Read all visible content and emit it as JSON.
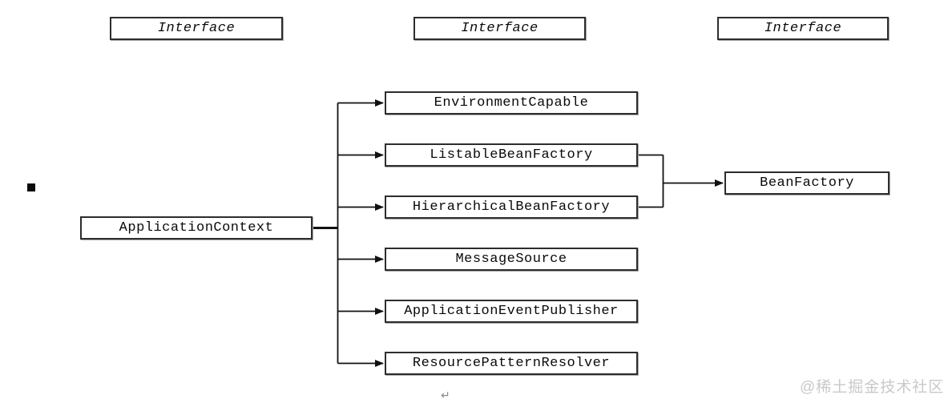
{
  "diagram": {
    "kind": "interface-hierarchy",
    "stereotypes": [
      {
        "label": "Interface"
      },
      {
        "label": "Interface"
      },
      {
        "label": "Interface"
      }
    ],
    "nodes": {
      "root": {
        "label": "ApplicationContext"
      },
      "extended": [
        {
          "label": "EnvironmentCapable"
        },
        {
          "label": "ListableBeanFactory"
        },
        {
          "label": "HierarchicalBeanFactory"
        },
        {
          "label": "MessageSource"
        },
        {
          "label": "ApplicationEventPublisher"
        },
        {
          "label": "ResourcePatternResolver"
        }
      ],
      "super": {
        "label": "BeanFactory"
      }
    },
    "edges": [
      {
        "from": "ApplicationContext",
        "to": "EnvironmentCapable",
        "type": "arrow"
      },
      {
        "from": "ApplicationContext",
        "to": "ListableBeanFactory",
        "type": "arrow"
      },
      {
        "from": "ApplicationContext",
        "to": "HierarchicalBeanFactory",
        "type": "arrow"
      },
      {
        "from": "ApplicationContext",
        "to": "MessageSource",
        "type": "arrow"
      },
      {
        "from": "ApplicationContext",
        "to": "ApplicationEventPublisher",
        "type": "arrow"
      },
      {
        "from": "ApplicationContext",
        "to": "ResourcePatternResolver",
        "type": "arrow"
      },
      {
        "from": "ListableBeanFactory",
        "to": "BeanFactory",
        "type": "arrow"
      },
      {
        "from": "HierarchicalBeanFactory",
        "to": "BeanFactory",
        "type": "arrow"
      }
    ],
    "colors": {
      "box_border": "#2d2d2d",
      "text": "#0a0a0a",
      "line": "#111111",
      "watermark": "#c9c9c9",
      "paragraph_mark": "#8a8a8a"
    }
  },
  "annotations": {
    "paragraph_mark": "↵",
    "watermark": "@稀土掘金技术社区"
  }
}
